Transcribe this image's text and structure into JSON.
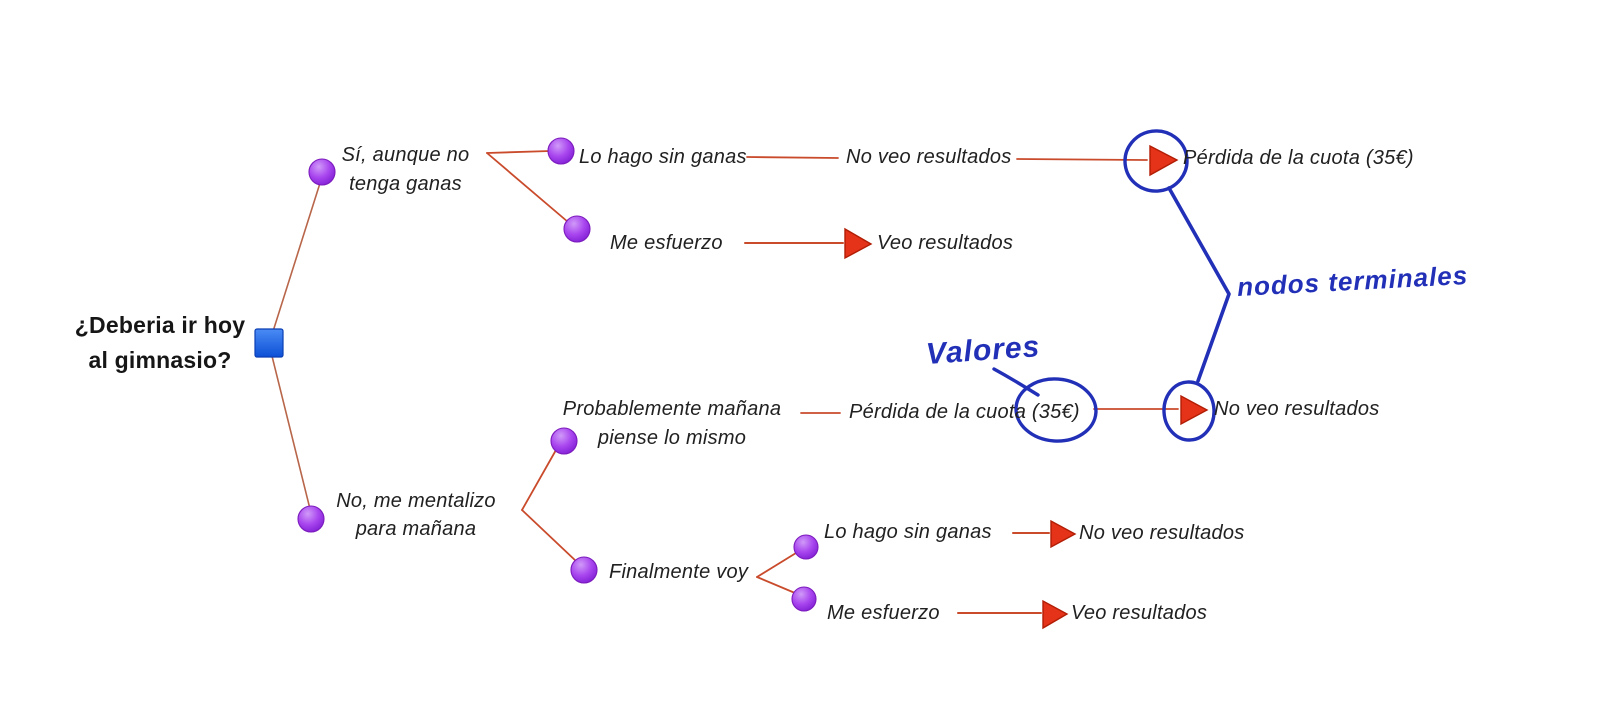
{
  "diagram": {
    "root": {
      "line1": "¿Deberia ir hoy",
      "line2": "al gimnasio?"
    },
    "yes_branch": {
      "line1": "Sí, aunque no",
      "line2": "tenga ganas",
      "effort_no": {
        "label": "Lo hago sin ganas",
        "outcome": "No veo resultados",
        "value": "Pérdida de la cuota (35€)"
      },
      "effort_yes": {
        "label": "Me esfuerzo",
        "outcome": "Veo resultados"
      }
    },
    "no_branch": {
      "line1": "No, me mentalizo",
      "line2": "para mañana",
      "tomorrow_same": {
        "line1": "Probablemente mañana",
        "line2": "piense lo mismo",
        "value": "Pérdida de la cuota (35€)",
        "outcome": "No veo resultados"
      },
      "finally_go": {
        "label": "Finalmente voy",
        "effort_no": {
          "label": "Lo hago sin ganas",
          "outcome": "No veo resultados"
        },
        "effort_yes": {
          "label": "Me esfuerzo",
          "outcome": "Veo resultados"
        }
      }
    },
    "annotations": {
      "values": "Valores",
      "terminal_nodes": "nodos terminales"
    }
  },
  "colors": {
    "background": "#ffffff",
    "decision_square": "#1867e6",
    "chance_node": "#a13df0",
    "edge": "#b8664a",
    "branch_line": "#c94b2c",
    "arrow": "#e43318",
    "arrow_stroke": "#b21d05",
    "ink": "#2230b8",
    "text": "#212121"
  }
}
